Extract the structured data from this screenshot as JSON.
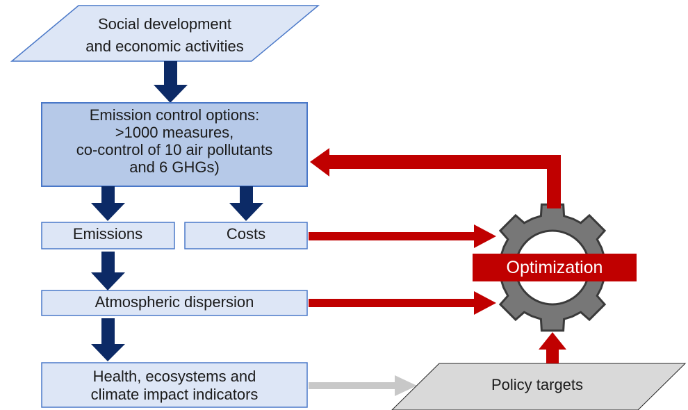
{
  "nodes": {
    "input": {
      "line1": "Social development",
      "line2": "and economic activities"
    },
    "emission_control": {
      "line1": "Emission control options:",
      "line2": ">1000 measures,",
      "line3": "co-control of 10 air pollutants",
      "line4": "and 6 GHGs)"
    },
    "emissions": {
      "label": "Emissions"
    },
    "costs": {
      "label": "Costs"
    },
    "dispersion": {
      "label": "Atmospheric dispersion"
    },
    "impacts": {
      "line1": "Health, ecosystems and",
      "line2": "climate impact indicators"
    },
    "optimization": {
      "label": "Optimization"
    },
    "policy": {
      "label": "Policy targets"
    }
  },
  "colors": {
    "box_fill": "#dde6f6",
    "box_fill_main": "#b6c9e8",
    "box_stroke": "#4a78c8",
    "arrow_blue": "#0c2a66",
    "arrow_red": "#c00000",
    "arrow_gray": "#c8c8c8",
    "gear": "#777777",
    "policy_fill": "#d9d9d9"
  }
}
